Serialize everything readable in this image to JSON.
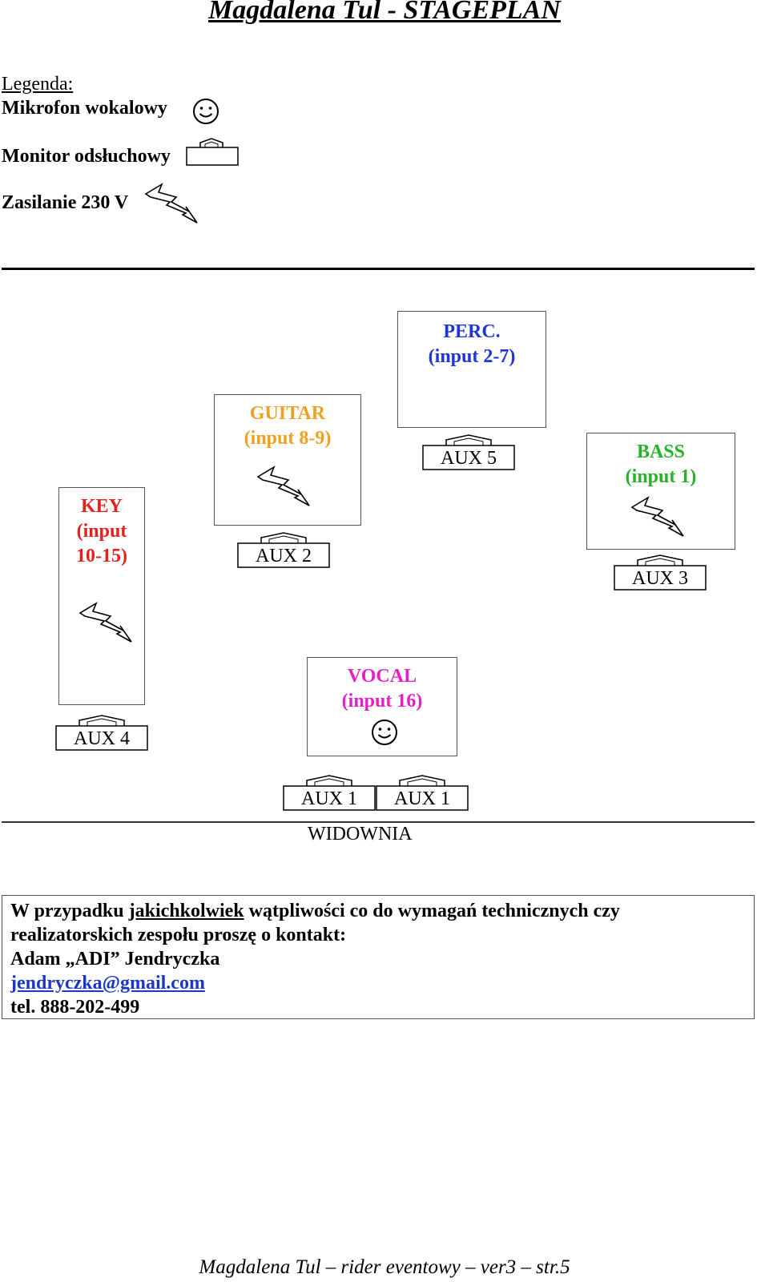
{
  "title": "Magdalena Tul - STAGEPLAN",
  "legend": {
    "heading": "Legenda:",
    "vocal_mic": "Mikrofon wokalowy",
    "monitor": "Monitor odsłuchowy",
    "power": "Zasilanie 230 V"
  },
  "stage": {
    "perc": {
      "name": "PERC.",
      "input": "(input 2-7)",
      "color": "#1f35d6"
    },
    "guitar": {
      "name": "GUITAR",
      "input": "(input 8-9)",
      "color": "#f0a020"
    },
    "bass": {
      "name": "BASS",
      "input": "(input 1)",
      "color": "#27b227"
    },
    "key": {
      "name": "KEY",
      "input_a": "(input",
      "input_b": "10-15)",
      "color": "#e61f1f"
    },
    "vocal": {
      "name": "VOCAL",
      "input": "(input 16)",
      "color": "#e520c8"
    },
    "monitors": {
      "aux5": "AUX 5",
      "aux2": "AUX 2",
      "aux3": "AUX 3",
      "aux4": "AUX 4",
      "aux1a": "AUX 1",
      "aux1b": "AUX 1"
    },
    "audience": "WIDOWNIA"
  },
  "contact": {
    "line1_pre": "W przypadku ",
    "line1_u": "jakichkolwiek",
    "line1_post": " wątpliwości co do wymagań technicznych czy",
    "line2": "realizatorskich zespołu proszę o kontakt:",
    "name": "Adam „ADI” Jendryczka",
    "email": "jendryczka@gmail.com",
    "phone": "tel. 888-202-499"
  },
  "footer": "Magdalena Tul – rider eventowy – ver3 – str.5",
  "icons": [
    "smiley-icon",
    "monitor-wedge-icon",
    "lightning-icon"
  ]
}
